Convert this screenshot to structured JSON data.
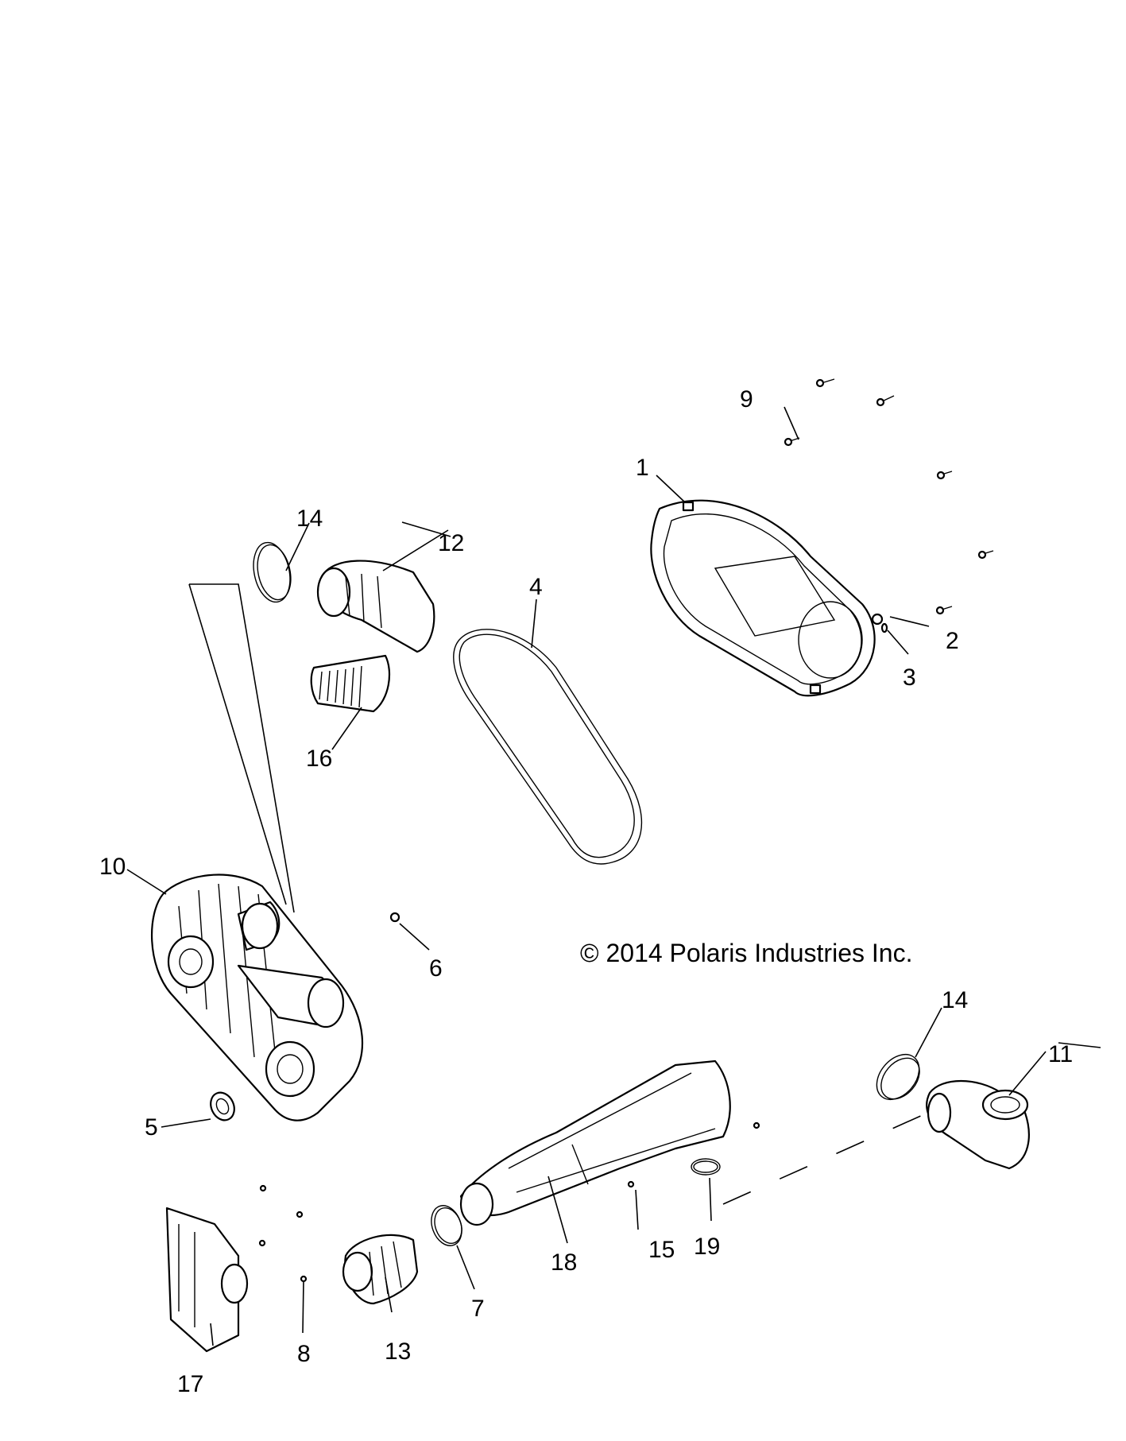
{
  "copyright": "© 2014 Polaris Industries Inc.",
  "callouts": {
    "c1": "1",
    "c2": "2",
    "c3": "3",
    "c4": "4",
    "c5": "5",
    "c6": "6",
    "c7": "7",
    "c8": "8",
    "c9": "9",
    "c10": "10",
    "c11": "11",
    "c12": "12",
    "c13": "13",
    "c14a": "14",
    "c14b": "14",
    "c15": "15",
    "c16": "16",
    "c17": "17",
    "c18": "18",
    "c19": "19"
  }
}
